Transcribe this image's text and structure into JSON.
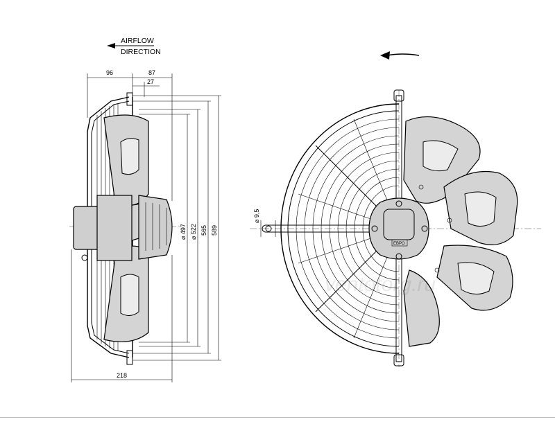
{
  "airflow": {
    "line1": "AIRFLOW",
    "line2": "DIRECTION"
  },
  "dimensions": {
    "d96": "96",
    "d87": "87",
    "d27": "27",
    "d218": "218",
    "d497": "⌀ 497",
    "d522": "⌀ 522",
    "d565": "565",
    "d589": "589",
    "d9_5": "⌀ 9,5"
  },
  "label_plate": "ЕВРО",
  "watermark": "ventotorg.ru"
}
